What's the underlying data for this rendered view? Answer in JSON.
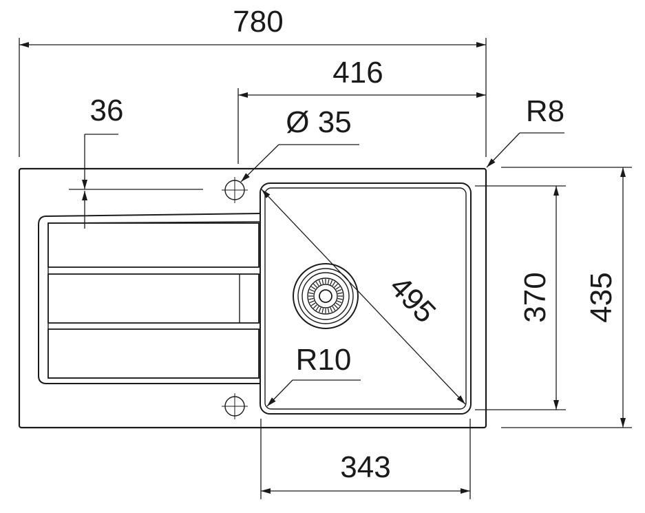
{
  "dimensions": {
    "overall_width": "780",
    "bowl_section_width": "416",
    "drainer_offset": "36",
    "tap_hole_diameter": "Ø 35",
    "corner_radius_outer": "R8",
    "bowl_diagonal": "495",
    "bowl_corner_radius": "R10",
    "bowl_depth": "370",
    "overall_depth": "435",
    "bowl_width": "343"
  },
  "colors": {
    "stroke": "#1a1a1a",
    "background": "#ffffff"
  }
}
